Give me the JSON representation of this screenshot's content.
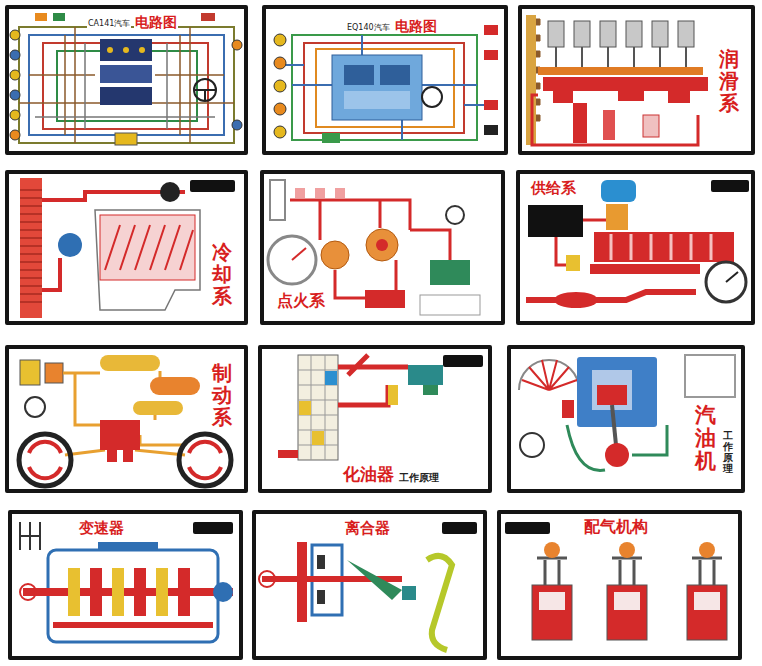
{
  "diagram": {
    "nodes": [
      {
        "text": [
          "CA141汽车",
          "电路图"
        ]
      },
      {
        "text": [
          "EQ140汽车",
          "电路图"
        ]
      },
      {
        "text": [
          "润滑系"
        ]
      },
      {
        "text": [
          "冷却系"
        ]
      },
      {
        "text": [
          "点火系"
        ]
      },
      {
        "text": [
          "供给系"
        ]
      },
      {
        "text": [
          "制动系"
        ]
      },
      {
        "text": [
          "化油器",
          "工作原理"
        ]
      },
      {
        "text": [
          "汽油机",
          "工作原理"
        ]
      },
      {
        "text": [
          "变速器"
        ]
      },
      {
        "text": [
          "离合器"
        ]
      },
      {
        "text": [
          "配气机构"
        ]
      }
    ]
  }
}
